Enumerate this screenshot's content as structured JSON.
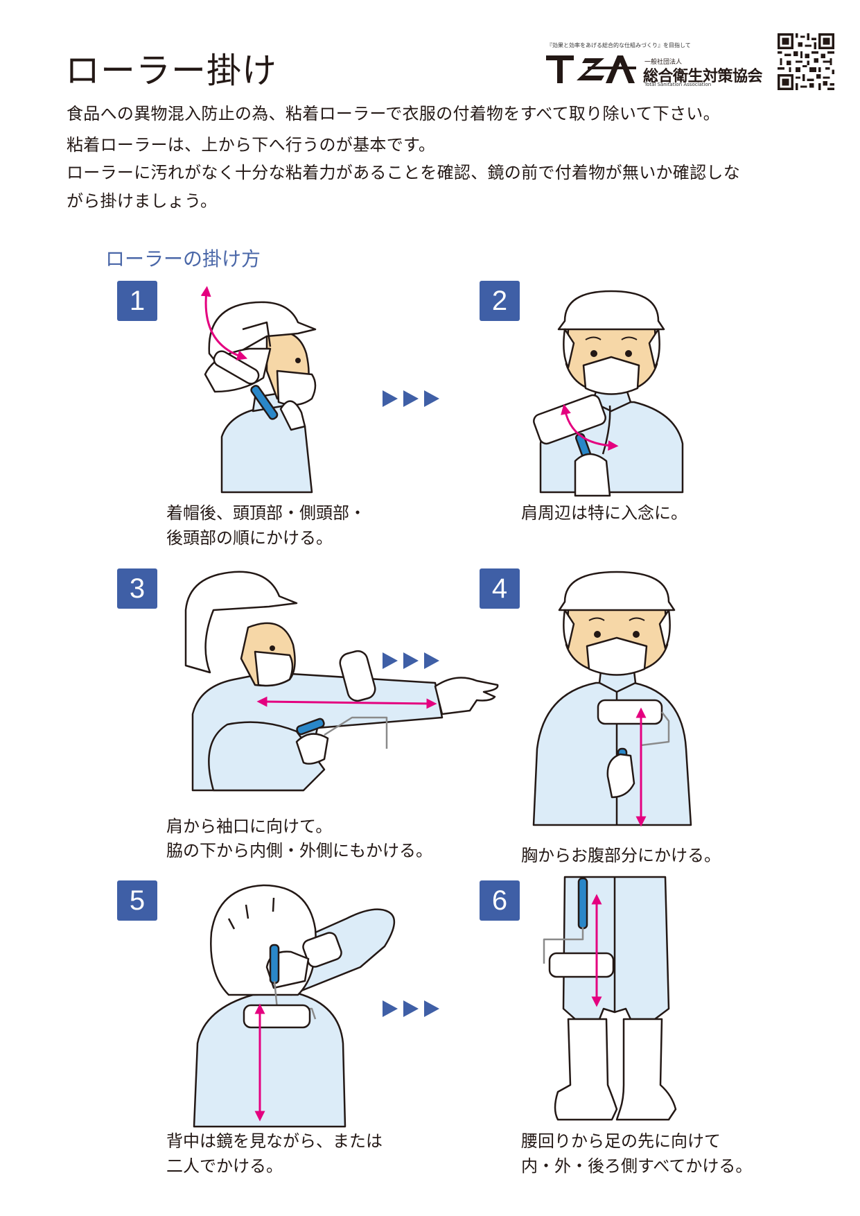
{
  "title": "ローラー掛け",
  "logo": {
    "tagline": "『効果と効率をあげる総合的な仕組みづくり』を目指して",
    "mark": "TSA",
    "org_prefix": "一般社団法人",
    "org_name": "総合衛生対策協会",
    "org_english": "Total Sanitation Association"
  },
  "intro": [
    "食品への異物混入防止の為、粘着ローラーで衣服の付着物をすべて取り除いて下さい。",
    "粘着ローラーは、上から下へ行うのが基本です。",
    "ローラーに汚れがなく十分な粘着力があることを確認、鏡の前で付着物が無いか確認しな",
    "がら掛けましょう。"
  ],
  "section_title": "ローラーの掛け方",
  "steps": [
    {
      "number": "1",
      "caption": [
        "着帽後、頭頂部・側頭部・",
        "後頭部の順にかける。"
      ]
    },
    {
      "number": "2",
      "caption": [
        "肩周辺は特に入念に。"
      ]
    },
    {
      "number": "3",
      "caption": [
        "肩から袖口に向けて。",
        "脇の下から内側・外側にもかける。"
      ]
    },
    {
      "number": "4",
      "caption": [
        "胸からお腹部分にかける。"
      ]
    },
    {
      "number": "5",
      "caption": [
        "背中は鏡を見ながら、または",
        "二人でかける。"
      ]
    },
    {
      "number": "6",
      "caption": [
        "腰回りから足の先に向けて",
        "内・外・後ろ側すべてかける。"
      ]
    }
  ],
  "colors": {
    "badge": "#3f5fa6",
    "section_title": "#4a67a8",
    "arrow": "#e4007f",
    "suit": "#dcecf8",
    "skin": "#f6d7a7",
    "handle": "#2a87c8",
    "sequence_arrow": "#3f5fa6"
  }
}
